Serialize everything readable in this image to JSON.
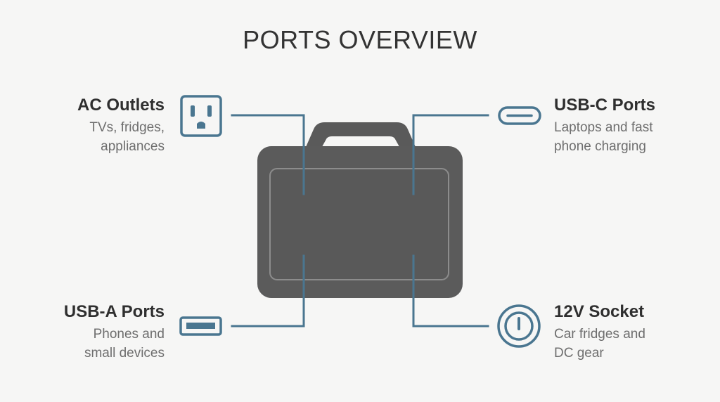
{
  "title": "PORTS OVERVIEW",
  "colors": {
    "accent": "#4a7690",
    "device_body": "#5a5a5a",
    "device_inner_border": "#8c8c8c",
    "heading_text": "#2f2f2f",
    "desc_text": "#6e6e6e"
  },
  "ports": {
    "ac": {
      "heading": "AC Outlets",
      "description": "TVs, fridges,\nappliances",
      "icon": "ac-outlet-icon"
    },
    "usbc": {
      "heading": "USB-C Ports",
      "description": "Laptops and fast\nphone charging",
      "icon": "usb-c-icon"
    },
    "usba": {
      "heading": "USB-A Ports",
      "description": "Phones and\nsmall devices",
      "icon": "usb-a-icon"
    },
    "dc12v": {
      "heading": "12V Socket",
      "description": "Car fridges and\nDC gear",
      "icon": "12v-socket-icon"
    }
  }
}
